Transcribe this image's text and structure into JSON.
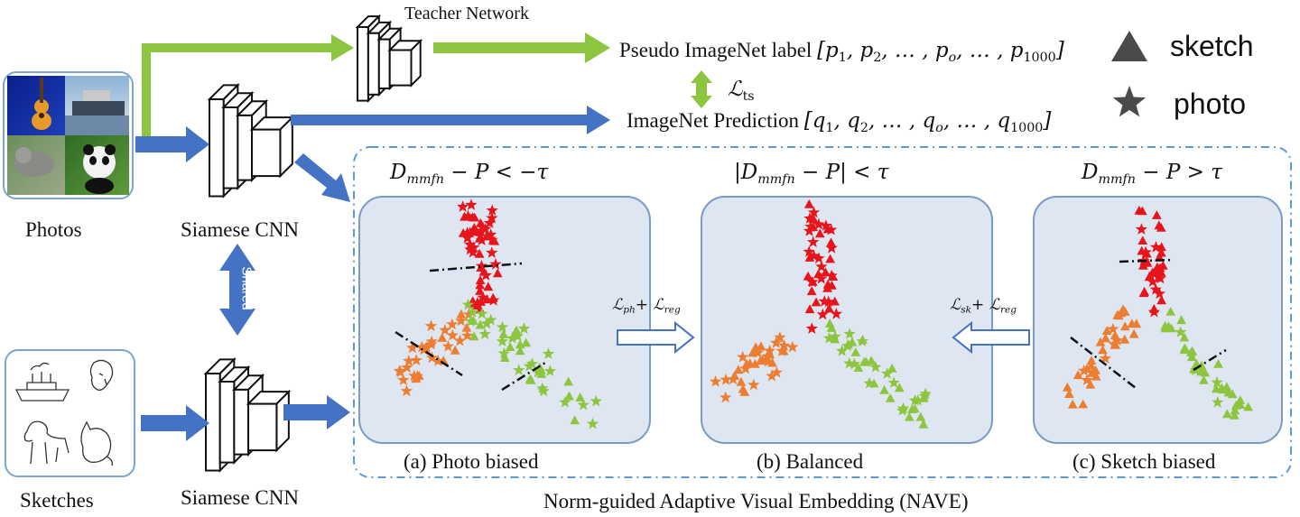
{
  "inputs": {
    "photos_label": "Photos",
    "sketches_label": "Sketches"
  },
  "networks": {
    "teacher_label": "Teacher Network",
    "siamese_top_label": "Siamese CNN",
    "siamese_bottom_label": "Siamese CNN",
    "shared_label": "Shared"
  },
  "outputs": {
    "pseudo_label_text": "Pseudo ImageNet label",
    "prediction_text": "ImageNet Prediction",
    "loss_ts": "ℒts"
  },
  "legend": {
    "sketch": "sketch",
    "photo": "photo"
  },
  "nave": {
    "title": "Norm-guided Adaptive Visual Embedding (NAVE)",
    "panels": [
      {
        "caption": "(a) Photo biased",
        "condition": "D_mmfn − P < −τ"
      },
      {
        "caption": "(b) Balanced",
        "condition": "|D_mmfn − P| < τ"
      },
      {
        "caption": "(c) Sketch biased",
        "condition": "D_mmfn − P > τ"
      }
    ],
    "loss_photo": "ℒph + ℒreg",
    "loss_sketch": "ℒsk + ℒreg"
  },
  "colors": {
    "green_arrow": "#8cc63f",
    "blue_arrow": "#4472c4",
    "red_points": "#e8141c",
    "orange_points": "#ed7d31",
    "green_points": "#8cc63f",
    "panel_fill": "#dde6f1",
    "panel_border": "#7a9cc2",
    "nave_border": "#5b9bd5"
  }
}
